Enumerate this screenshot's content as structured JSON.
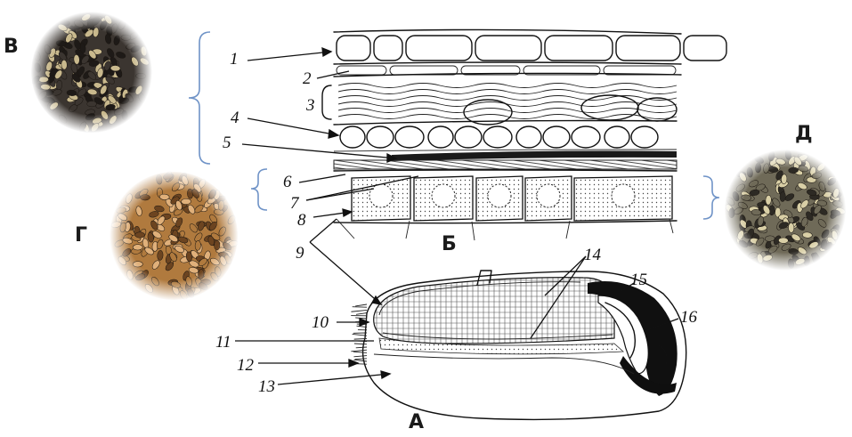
{
  "panels": {
    "A": "А",
    "B": "Б",
    "V": "В",
    "G": "Г",
    "D": "Д"
  },
  "labels": {
    "n1": "1",
    "n2": "2",
    "n3": "3",
    "n4": "4",
    "n5": "5",
    "n6": "6",
    "n7": "7",
    "n8": "8",
    "n9": "9",
    "n10": "10",
    "n11": "11",
    "n12": "12",
    "n13": "13",
    "n14": "14",
    "n15": "15",
    "n16": "16"
  },
  "colors": {
    "brace": "#6f93c7",
    "dark_grain": "#3b3530",
    "golden_grain": "#b07a3e",
    "mixed_grain": "#6f6a58",
    "ink": "#111111"
  },
  "icons": {
    "grain_photo_dark": "dark-wheat-grains-photo",
    "grain_photo_golden": "golden-wheat-grains-photo",
    "grain_photo_mixed": "mixed-wheat-grains-photo"
  }
}
